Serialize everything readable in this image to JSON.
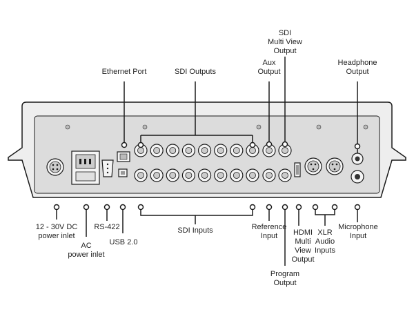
{
  "top_labels": {
    "ethernet_port": "Ethernet Port",
    "sdi_outputs": "SDI Outputs",
    "aux_output": "Aux\nOutput",
    "sdi_multiview_output": "SDI\nMulti View\nOutput",
    "headphone_output": "Headphone\nOutput"
  },
  "bottom_labels": {
    "dc_power_inlet": "12 - 30V DC\npower inlet",
    "ac_power_inlet": "AC\npower inlet",
    "rs422": "RS-422",
    "usb": "USB 2.0",
    "sdi_inputs": "SDI Inputs",
    "reference_input": "Reference\nInput",
    "program_output": "Program\nOutput",
    "hdmi_multiview_output": "HDMI\nMulti\nView\nOutput",
    "xlr_audio_inputs": "XLR\nAudio\nInputs",
    "microphone_input": "Microphone\nInput"
  },
  "colors": {
    "chassis": "#eeeeee",
    "panel": "#dcdcdc",
    "line": "#1a1a1a",
    "connector": "#f4f4f4"
  }
}
